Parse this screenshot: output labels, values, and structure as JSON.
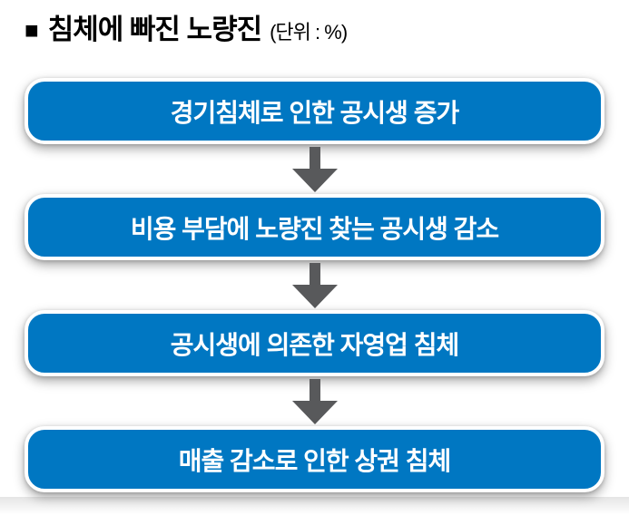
{
  "header": {
    "bullet": "■",
    "title": "침체에 빠진 노량진",
    "unit": "(단위 : %)"
  },
  "flow": {
    "steps": [
      "경기침체로 인한 공시생 증가",
      "비용 부담에 노량진 찾는 공시생 감소",
      "공시생에 의존한 자영업 침체",
      "매출 감소로 인한 상권 침체"
    ]
  },
  "icons": {
    "arrow_down": "▼"
  },
  "colors": {
    "box_blue": "#0077C2",
    "arrow_gray": "#58595B",
    "title_black": "#000000",
    "box_text": "#FFFFFF"
  }
}
